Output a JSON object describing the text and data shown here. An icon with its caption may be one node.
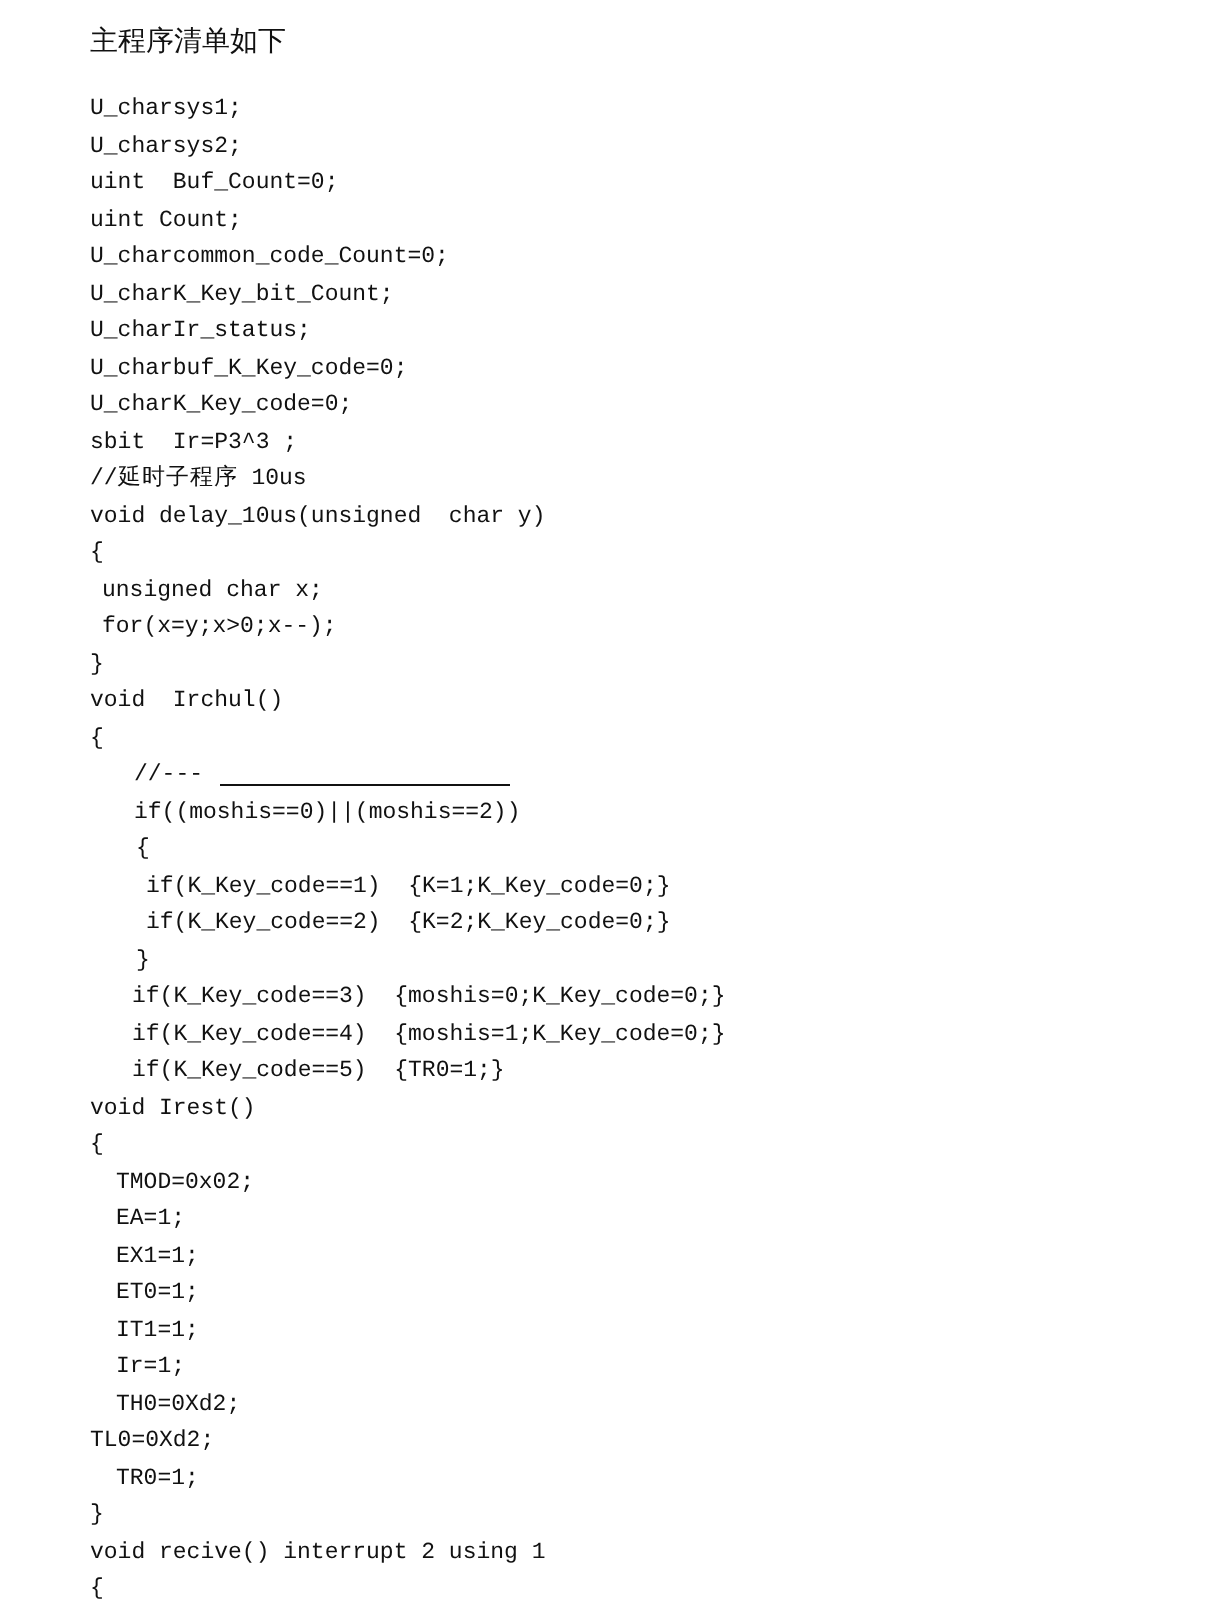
{
  "diagram": {
    "title": "主程序清单如下",
    "labels": [
      "U_charsys1;",
      "U_charsys2;",
      "uint  Buf_Count=0;",
      "uint Count;",
      "U_charcommon_code_Count=0;",
      "U_charK_Key_bit_Count;",
      "U_charIr_status;",
      "U_charbuf_K_Key_code=0;",
      "U_charK_Key_code=0;",
      "sbit  Ir=P3^3 ;",
      "//延时子程序 10us",
      "void delay_10us(unsigned  char y)",
      "{",
      "unsigned char x;",
      "for(x=y;x>0;x--);",
      "}",
      "void  Irchul()",
      "{",
      "//---",
      "if((moshis==0)||(moshis==2))",
      "{",
      "if(K_Key_code==1)  {K=1;K_Key_code=0;}",
      "if(K_Key_code==2)  {K=2;K_Key_code=0;}",
      "}",
      "if(K_Key_code==3)  {moshis=0;K_Key_code=0;}",
      "if(K_Key_code==4)  {moshis=1;K_Key_code=0;}",
      "if(K_Key_code==5)  {TR0=1;}",
      "void Irest()",
      "{",
      "TMOD=0x02;",
      "EA=1;",
      "EX1=1;",
      "ET0=1;",
      "IT1=1;",
      "Ir=1;",
      "TH0=0Xd2;",
      "TL0=0Xd2;",
      "TR0=1;",
      "}",
      "void recive() interrupt 2 using 1",
      "{"
    ]
  }
}
